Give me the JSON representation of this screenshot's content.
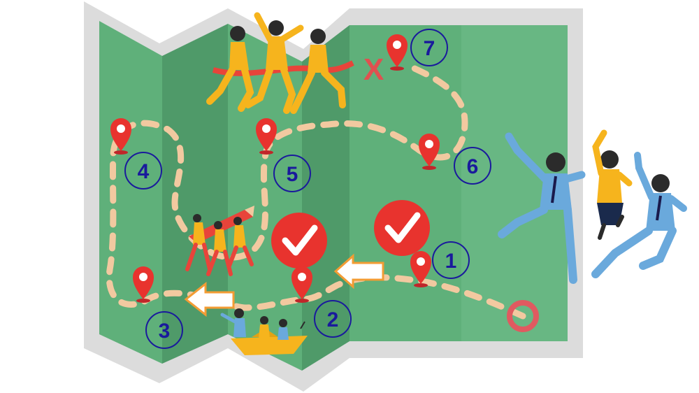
{
  "colors": {
    "map_frame": "#dcdcdc",
    "map_green": "#5fb07a",
    "map_green_dark": "#4f9a69",
    "path_dash": "#f2c9a0",
    "pin_red": "#e8332e",
    "check_red": "#e8332e",
    "number_blue": "#1a1a9c",
    "arrow_white": "#ffffff",
    "arrow_outline": "#f39c34",
    "cross_red": "#e05050",
    "start_ring": "#e05a60",
    "suit_blue": "#6aa9dc",
    "suit_yellow": "#f6b41d",
    "finish_ribbon": "#e8443a"
  },
  "steps": [
    {
      "label": "1",
      "completed": true
    },
    {
      "label": "2",
      "completed": true
    },
    {
      "label": "3",
      "completed": false
    },
    {
      "label": "4",
      "completed": false
    },
    {
      "label": "5",
      "completed": false
    },
    {
      "label": "6",
      "completed": false
    },
    {
      "label": "7",
      "completed": false
    }
  ],
  "finish_mark": "X",
  "icons": {
    "pin": "map-pin-icon",
    "check": "checkmark-icon",
    "arrow": "direction-arrow-icon",
    "start": "start-ring-icon",
    "finish": "finish-cross-icon"
  }
}
